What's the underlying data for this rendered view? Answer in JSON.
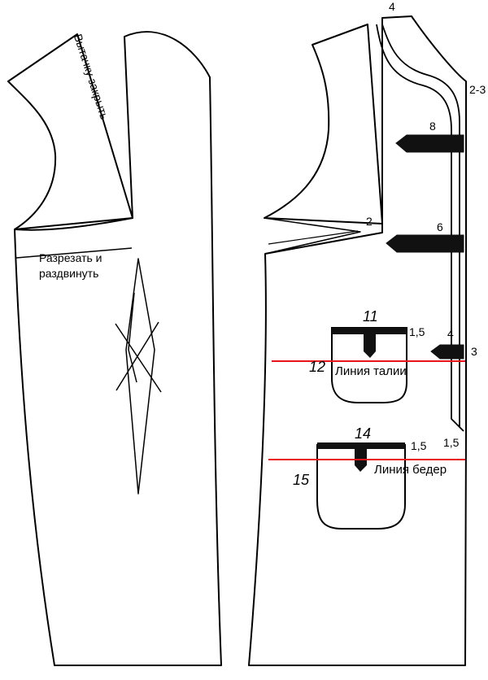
{
  "left_piece": {
    "dart_note": "Вытачку закрыть",
    "cut_note_line1": "Разрезать и",
    "cut_note_line2": "раздвинуть"
  },
  "right_piece": {
    "points": {
      "p4_top": "4",
      "p2_3": "2-3",
      "p8": "8",
      "p2": "2",
      "p6": "6",
      "p11": "11",
      "p1_5_upper": "1,5",
      "p4_mid": "4",
      "p3": "3",
      "p12": "12",
      "p14": "14",
      "p1_5_lower": "1,5",
      "p1_5_edge": "1,5",
      "p15": "15"
    },
    "waist_line_label": "Линия талии",
    "hip_line_label": "Линия бедер"
  },
  "colors": {
    "outline": "#000000",
    "guide_line": "#e8151b",
    "fill": "#ffffff",
    "marker": "#111111"
  }
}
